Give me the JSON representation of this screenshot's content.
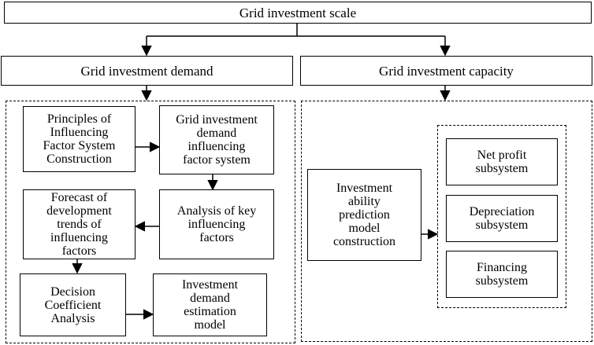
{
  "top": {
    "label": "Grid investment scale"
  },
  "demand": {
    "header": "Grid investment demand",
    "principles": "Principles of\nInfluencing\nFactor System\nConstruction",
    "factor_system": "Grid investment\ndemand\ninfluencing\nfactor system",
    "key_factors": "Analysis of key\ninfluencing\nfactors",
    "forecast": "Forecast of\ndevelopment\ntrends of\ninfluencing\nfactors",
    "decision": "Decision\nCoefficient\nAnalysis",
    "estimation": "Investment\ndemand\nestimation\nmodel"
  },
  "capacity": {
    "header": "Grid investment capacity",
    "prediction": "Investment\nability\nprediction\nmodel\nconstruction",
    "net_profit": "Net profit\nsubsystem",
    "depreciation": "Depreciation\nsubsystem",
    "financing": "Financing\nsubsystem"
  }
}
